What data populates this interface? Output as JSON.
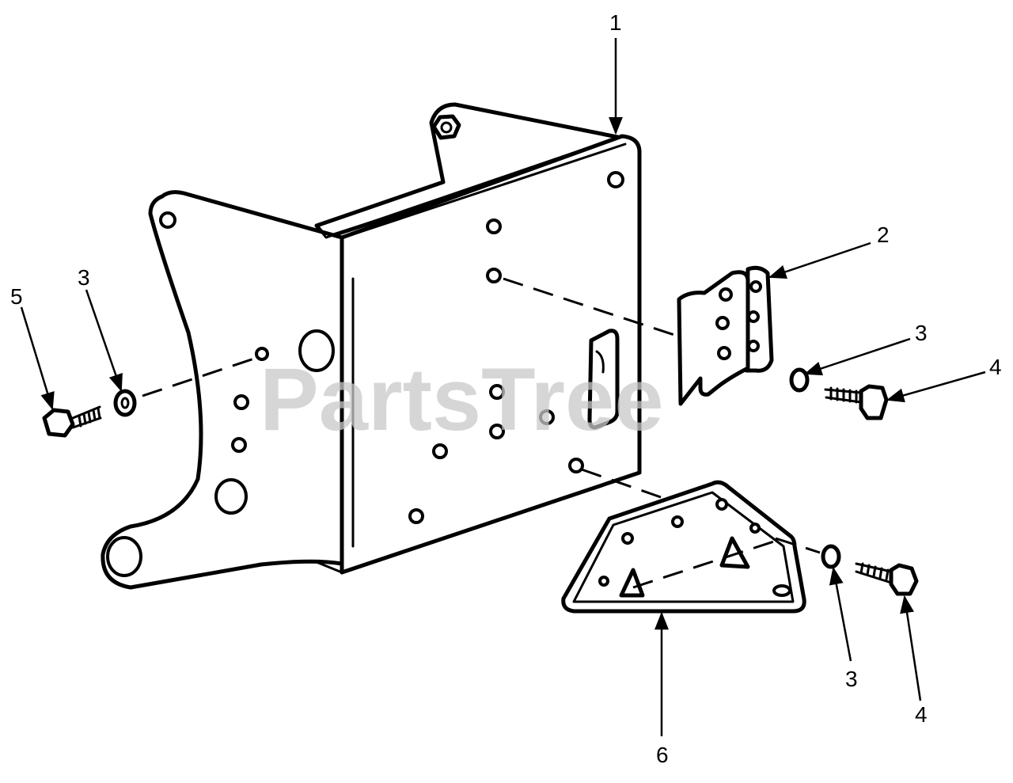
{
  "watermark": "PartsTree",
  "callouts": {
    "c1": "1",
    "c2": "2",
    "c3a": "3",
    "c3b": "3",
    "c3c": "3",
    "c4a": "4",
    "c4b": "4",
    "c5": "5",
    "c6": "6"
  }
}
